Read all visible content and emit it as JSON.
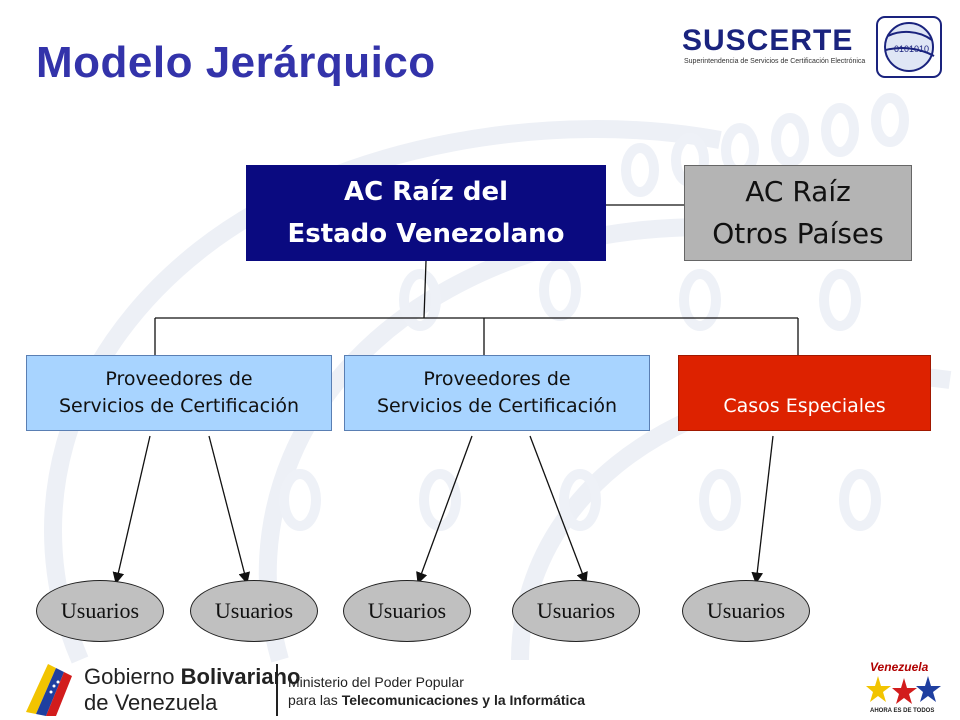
{
  "slide": {
    "title": "Modelo Jerárquico"
  },
  "header_logo": {
    "name": "SUSCERTE",
    "subtitle": "Superintendencia de Servicios de Certificación Electrónica",
    "globe_text": "0101010"
  },
  "diagram": {
    "root": {
      "line1": "AC Raíz del",
      "line2": "Estado Venezolano",
      "color": "#0a0a80"
    },
    "other_root": {
      "line1": "AC Raíz",
      "line2": "Otros Países",
      "color": "#b4b4b4"
    },
    "providers": [
      {
        "line1": "Proveedores de",
        "line2": "Servicios de Certificación",
        "color": "#a8d4ff"
      },
      {
        "line1": "Proveedores de",
        "line2": "Servicios de Certificación",
        "color": "#a8d4ff"
      }
    ],
    "special": {
      "label": "Casos Especiales",
      "color": "#dd2200"
    },
    "users": [
      "Usuarios",
      "Usuarios",
      "Usuarios",
      "Usuarios",
      "Usuarios"
    ]
  },
  "footer": {
    "gov_line1_a": "Gobierno ",
    "gov_line1_b": "Bolivariano",
    "gov_line2": "de Venezuela",
    "ministry_line1": "Ministerio del Poder Popular",
    "ministry_line2_a": "para las ",
    "ministry_line2_b": "Telecomunicaciones y la Informática",
    "venezuela_logo": "Venezuela",
    "venezuela_slogan": "AHORA ES DE TODOS"
  }
}
